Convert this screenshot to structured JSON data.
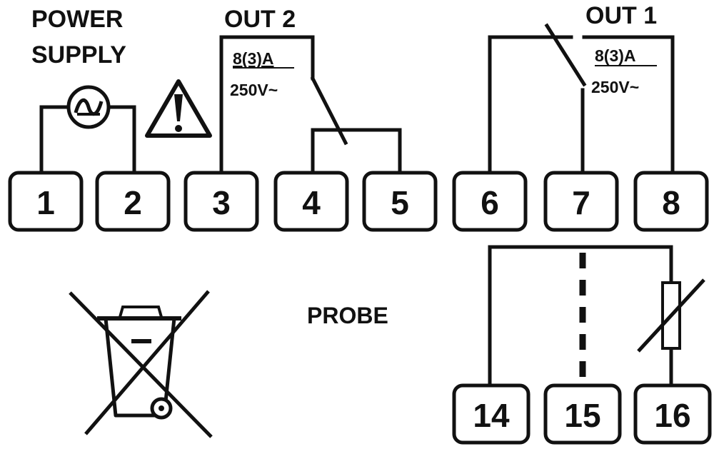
{
  "labels": {
    "power_supply_line1": "POWER",
    "power_supply_line2": "SUPPLY",
    "out2_title": "OUT 2",
    "out2_rating": "8(3)A",
    "out2_voltage": "250V~",
    "out1_title": "OUT 1",
    "out1_rating": "8(3)A",
    "out1_voltage": "250V~",
    "probe": "PROBE"
  },
  "terminals": {
    "t1": "1",
    "t2": "2",
    "t3": "3",
    "t4": "4",
    "t5": "5",
    "t6": "6",
    "t7": "7",
    "t8": "8",
    "t14": "14",
    "t15": "15",
    "t16": "16"
  },
  "icons": {
    "power_source": "ac-source-icon",
    "warning": "warning-triangle-icon",
    "disposal": "crossed-out-bin-icon",
    "probe_element": "thermistor-icon"
  },
  "colors": {
    "ink": "#111111",
    "paper": "#ffffff"
  }
}
